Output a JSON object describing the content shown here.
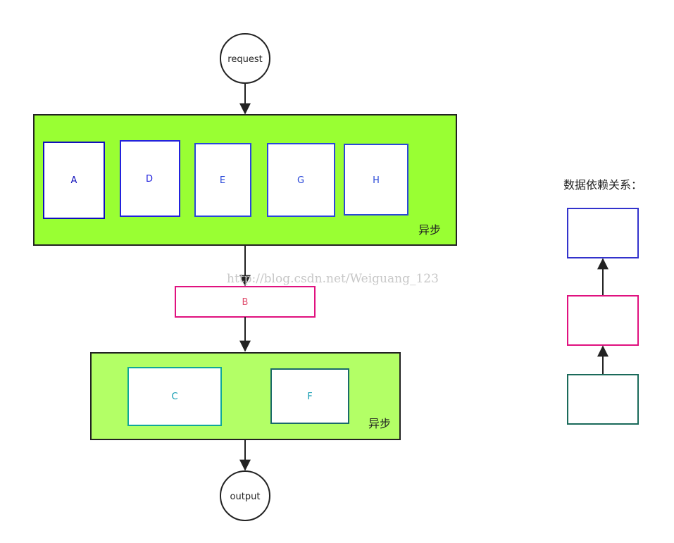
{
  "request": "request",
  "output": "output",
  "group1": {
    "label": "异步",
    "fill": "#99ff33",
    "boxes": [
      {
        "id": "A",
        "color": "#1010bb"
      },
      {
        "id": "D",
        "color": "#2222dd"
      },
      {
        "id": "E",
        "color": "#2a48d8"
      },
      {
        "id": "G",
        "color": "#2a48d8"
      },
      {
        "id": "H",
        "color": "#2a48d8"
      }
    ]
  },
  "middle": {
    "id": "B",
    "color": "#e0117f",
    "text_color": "#e05070"
  },
  "group2": {
    "label": "异步",
    "fill": "#b3ff66",
    "boxes": [
      {
        "id": "C",
        "color": "#10a898",
        "text_color": "#0f9ab0"
      },
      {
        "id": "F",
        "color": "#1a6a6a",
        "text_color": "#0f9ab0"
      }
    ]
  },
  "legend": {
    "title": "数据依赖关系：",
    "colors": [
      "#3333cc",
      "#e0117f",
      "#1a6a5a"
    ]
  },
  "watermark": "http://blog.csdn.net/Weiguang_123"
}
